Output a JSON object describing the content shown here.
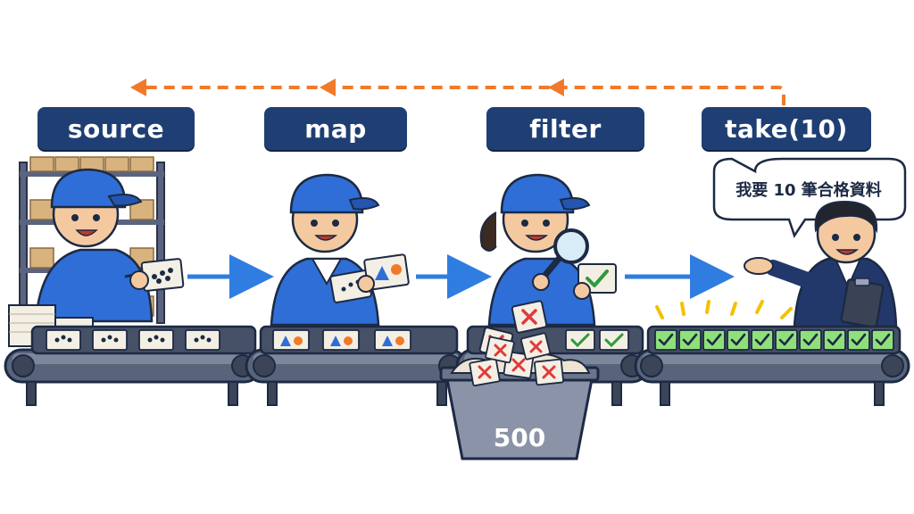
{
  "stages": [
    {
      "id": "source",
      "label": "source"
    },
    {
      "id": "map",
      "label": "map"
    },
    {
      "id": "filter",
      "label": "filter"
    },
    {
      "id": "take",
      "label": "take(10)"
    }
  ],
  "speech_bubble": "我要 10 筆合格資料",
  "discard_bin_count": "500",
  "colors": {
    "label_bg": "#1f3f74",
    "flow_arrow": "#2f7de1",
    "feedback_arrow": "#f07a2a",
    "uniform": "#2f6ed6",
    "conveyor": "#59647a",
    "pass_card": "#8fe07a",
    "reject_mark": "#e03a3a"
  },
  "icons": [
    "dots-card-icon",
    "shapes-card-icon",
    "check-card-icon",
    "x-card-icon",
    "magnifier-icon",
    "clipboard-icon"
  ]
}
